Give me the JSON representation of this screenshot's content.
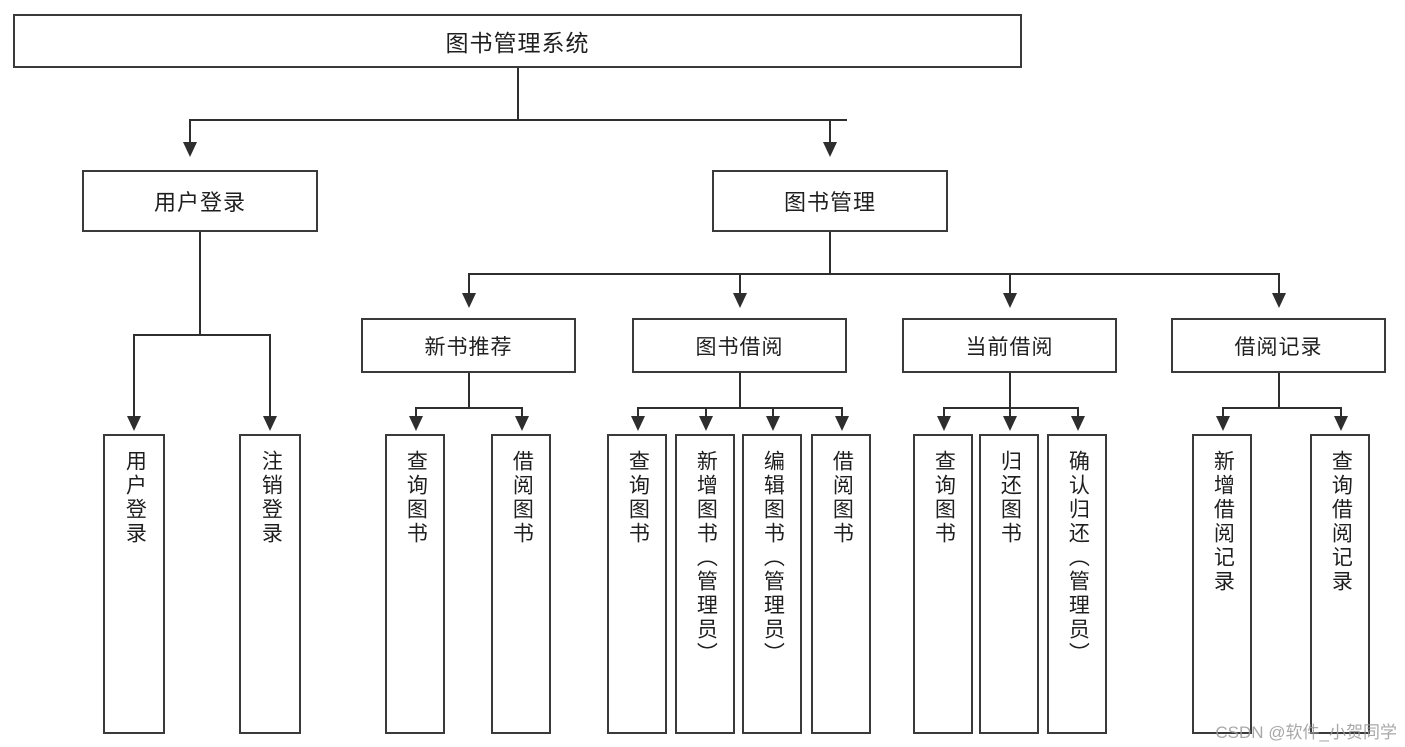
{
  "diagram": {
    "title": "图书管理系统",
    "type": "tree",
    "root": {
      "label": "图书管理系统"
    },
    "level2": [
      {
        "label": "用户登录"
      },
      {
        "label": "图书管理"
      }
    ],
    "level3": [
      {
        "label": "新书推荐"
      },
      {
        "label": "图书借阅"
      },
      {
        "label": "当前借阅"
      },
      {
        "label": "借阅记录"
      }
    ],
    "leaves": {
      "user_login": [
        {
          "label": "用户登录"
        },
        {
          "label": "注销登录"
        }
      ],
      "new_book_recommend": [
        {
          "label": "查询图书"
        },
        {
          "label": "借阅图书"
        }
      ],
      "book_borrow": [
        {
          "label": "查询图书"
        },
        {
          "label": "新增图书（管理员）"
        },
        {
          "label": "编辑图书（管理员）"
        },
        {
          "label": "借阅图书"
        }
      ],
      "current_borrow": [
        {
          "label": "查询图书"
        },
        {
          "label": "归还图书"
        },
        {
          "label": "确认归还（管理员）"
        }
      ],
      "borrow_record": [
        {
          "label": "新增借阅记录"
        },
        {
          "label": "查询借阅记录"
        }
      ]
    }
  },
  "watermark": {
    "text": "CSDN @软件_小贺同学"
  },
  "colors": {
    "box_border": "#3a3a3a",
    "connector": "#2e2e2e",
    "background": "#ffffff",
    "text": "#1f1f1f",
    "watermark": "#9a9a9a"
  }
}
